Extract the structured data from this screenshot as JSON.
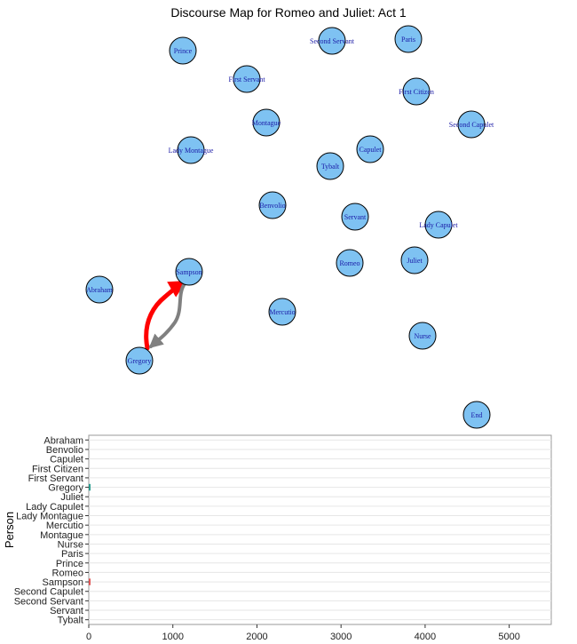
{
  "title": "Discourse Map for Romeo and Juliet: Act 1",
  "colors": {
    "node_fill": "#7ec2f2",
    "node_stroke": "#000000",
    "node_text": "#1a1aa6",
    "edge_gregory_to_sampson": "#ff0000",
    "edge_sampson_to_gregory": "#808080",
    "bar_gregory": "#2a9d8f",
    "bar_sampson": "#e05555",
    "grid": "#e6e6e6"
  },
  "network": {
    "nodes": [
      {
        "name": "Prince"
      },
      {
        "name": "Second Servant"
      },
      {
        "name": "Paris"
      },
      {
        "name": "First Servant"
      },
      {
        "name": "First Citizen"
      },
      {
        "name": "Montague"
      },
      {
        "name": "Second Capulet"
      },
      {
        "name": "Lady Montague"
      },
      {
        "name": "Capulet"
      },
      {
        "name": "Tybalt"
      },
      {
        "name": "Benvolio"
      },
      {
        "name": "Servant"
      },
      {
        "name": "Lady Capulet"
      },
      {
        "name": "Juliet"
      },
      {
        "name": "Romeo"
      },
      {
        "name": "Sampson"
      },
      {
        "name": "Abraham"
      },
      {
        "name": "Mercutio"
      },
      {
        "name": "Nurse"
      },
      {
        "name": "Gregory"
      },
      {
        "name": "End"
      }
    ],
    "edges": [
      {
        "from": "Gregory",
        "to": "Sampson",
        "color": "red"
      },
      {
        "from": "Sampson",
        "to": "Gregory",
        "color": "grey"
      }
    ]
  },
  "chart_data": {
    "type": "bar",
    "orientation": "horizontal",
    "ylabel": "Person",
    "xlabel": "",
    "xlim": [
      0,
      5500
    ],
    "xticks": [
      0,
      1000,
      2000,
      3000,
      4000,
      5000
    ],
    "categories": [
      "Abraham",
      "Benvolio",
      "Capulet",
      "First Citizen",
      "First Servant",
      "Gregory",
      "Juliet",
      "Lady Capulet",
      "Lady Montague",
      "Mercutio",
      "Montague",
      "Nurse",
      "Paris",
      "Prince",
      "Romeo",
      "Sampson",
      "Second Capulet",
      "Second Servant",
      "Servant",
      "Tybalt"
    ],
    "values": [
      0,
      0,
      0,
      0,
      0,
      15,
      0,
      0,
      0,
      0,
      0,
      0,
      0,
      0,
      0,
      10,
      0,
      0,
      0,
      0
    ],
    "grid": true
  }
}
